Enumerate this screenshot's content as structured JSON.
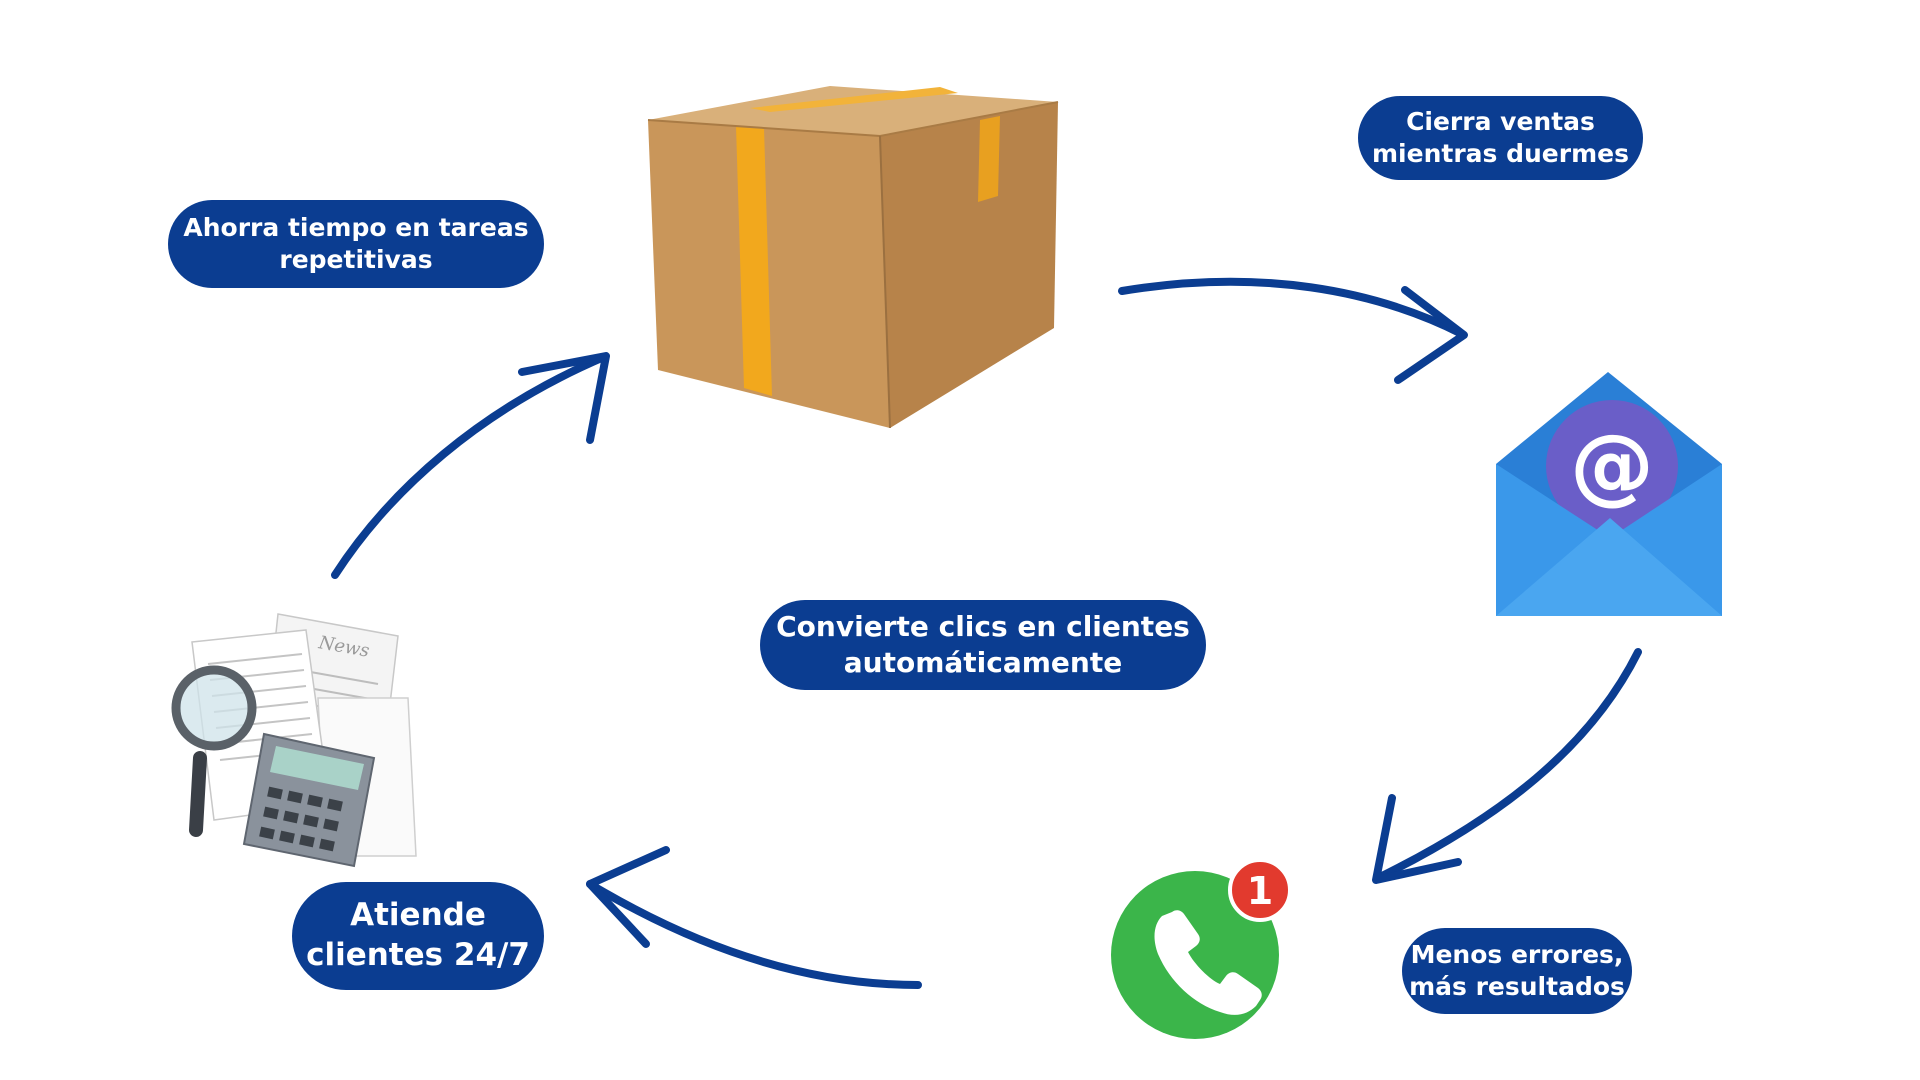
{
  "colors": {
    "pill_background": "#0b3d91",
    "pill_text": "#ffffff",
    "arrow": "#0b3d91",
    "box": "#c9965a",
    "tape": "#f2a81d",
    "envelope": "#2f8fe0",
    "email_badge": "#6a5ec8",
    "phone": "#3bb54a",
    "notification": "#e23a2e"
  },
  "labels": {
    "top_left": {
      "line1": "Ahorra tiempo en tareas",
      "line2": "repetitivas"
    },
    "top_right": {
      "line1": "Cierra ventas",
      "line2": "mientras duermes"
    },
    "center": {
      "line1": "Convierte clics en clientes",
      "line2": "automáticamente"
    },
    "bottom_right": {
      "line1": "Menos errores,",
      "line2": "más resultados"
    },
    "bottom_left": {
      "line1": "Atiende",
      "line2": "clientes 24/7"
    }
  },
  "icons": {
    "box": "cardboard-box-icon",
    "email": "email-envelope-icon",
    "email_symbol": "@",
    "phone": "phone-call-icon",
    "notification_count": "1",
    "documents": "documents-calculator-icon",
    "documents_heading": "News"
  },
  "arrows": [
    "box-to-email",
    "email-to-phone",
    "phone-to-documents",
    "documents-to-box"
  ]
}
